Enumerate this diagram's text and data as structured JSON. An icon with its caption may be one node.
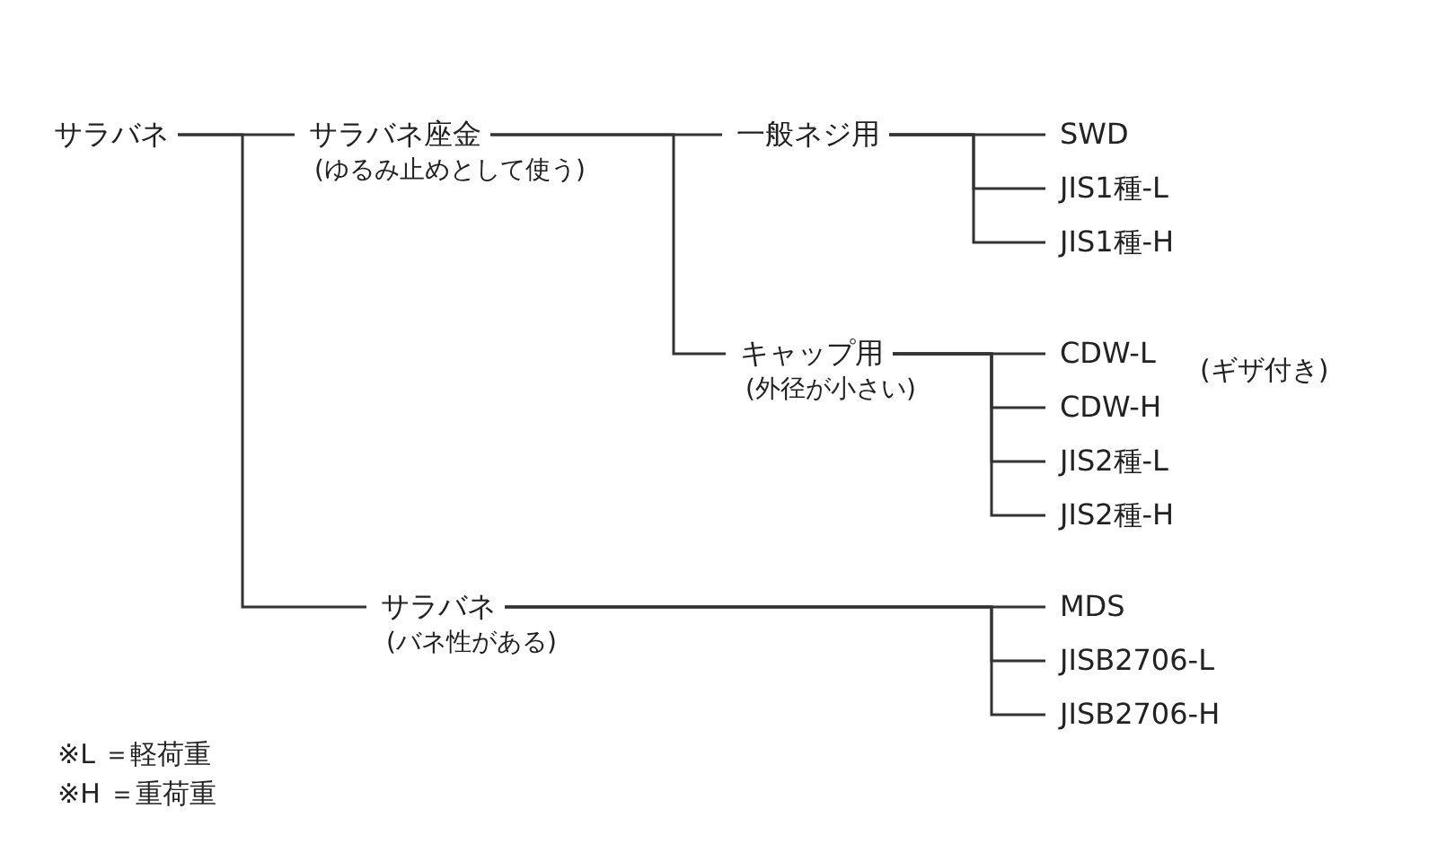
{
  "diagram": {
    "nodes": [
      {
        "text": [
          "サラバネ"
        ]
      },
      {
        "text": [
          "サラバネ座金",
          "(ゆるみ止めとして使う)"
        ]
      },
      {
        "text": [
          "一般ネジ用"
        ]
      },
      {
        "text": [
          "SWD"
        ]
      },
      {
        "text": [
          "JIS1種-L"
        ]
      },
      {
        "text": [
          "JIS1種-H"
        ]
      },
      {
        "text": [
          "キャップ用",
          "(外径が小さい)"
        ]
      },
      {
        "text": [
          "CDW-L"
        ]
      },
      {
        "text": [
          "CDW-H"
        ]
      },
      {
        "text": [
          "JIS2種-L"
        ]
      },
      {
        "text": [
          "JIS2種-H"
        ]
      },
      {
        "text": [
          "サラバネ",
          "(バネ性がある)"
        ]
      },
      {
        "text": [
          "MDS"
        ]
      },
      {
        "text": [
          "JISB2706-L"
        ]
      },
      {
        "text": [
          "JISB2706-H"
        ]
      }
    ],
    "edges": [
      {
        "from": 0,
        "to": 1,
        "arrow": "none"
      },
      {
        "from": 0,
        "to": 11,
        "arrow": "none"
      },
      {
        "from": 1,
        "to": 2,
        "arrow": "none"
      },
      {
        "from": 1,
        "to": 6,
        "arrow": "none"
      },
      {
        "from": 2,
        "to": 3,
        "arrow": "none"
      },
      {
        "from": 2,
        "to": 4,
        "arrow": "none"
      },
      {
        "from": 2,
        "to": 5,
        "arrow": "none"
      },
      {
        "from": 6,
        "to": 7,
        "arrow": "none"
      },
      {
        "from": 6,
        "to": 8,
        "arrow": "none"
      },
      {
        "from": 6,
        "to": 9,
        "arrow": "none"
      },
      {
        "from": 6,
        "to": 10,
        "arrow": "none"
      },
      {
        "from": 11,
        "to": 12,
        "arrow": "none"
      },
      {
        "from": 11,
        "to": 13,
        "arrow": "none"
      },
      {
        "from": 11,
        "to": 14,
        "arrow": "none"
      }
    ],
    "labels": [
      "(ギザ付き)",
      "※L ＝軽荷重",
      "※H ＝重荷重"
    ]
  }
}
